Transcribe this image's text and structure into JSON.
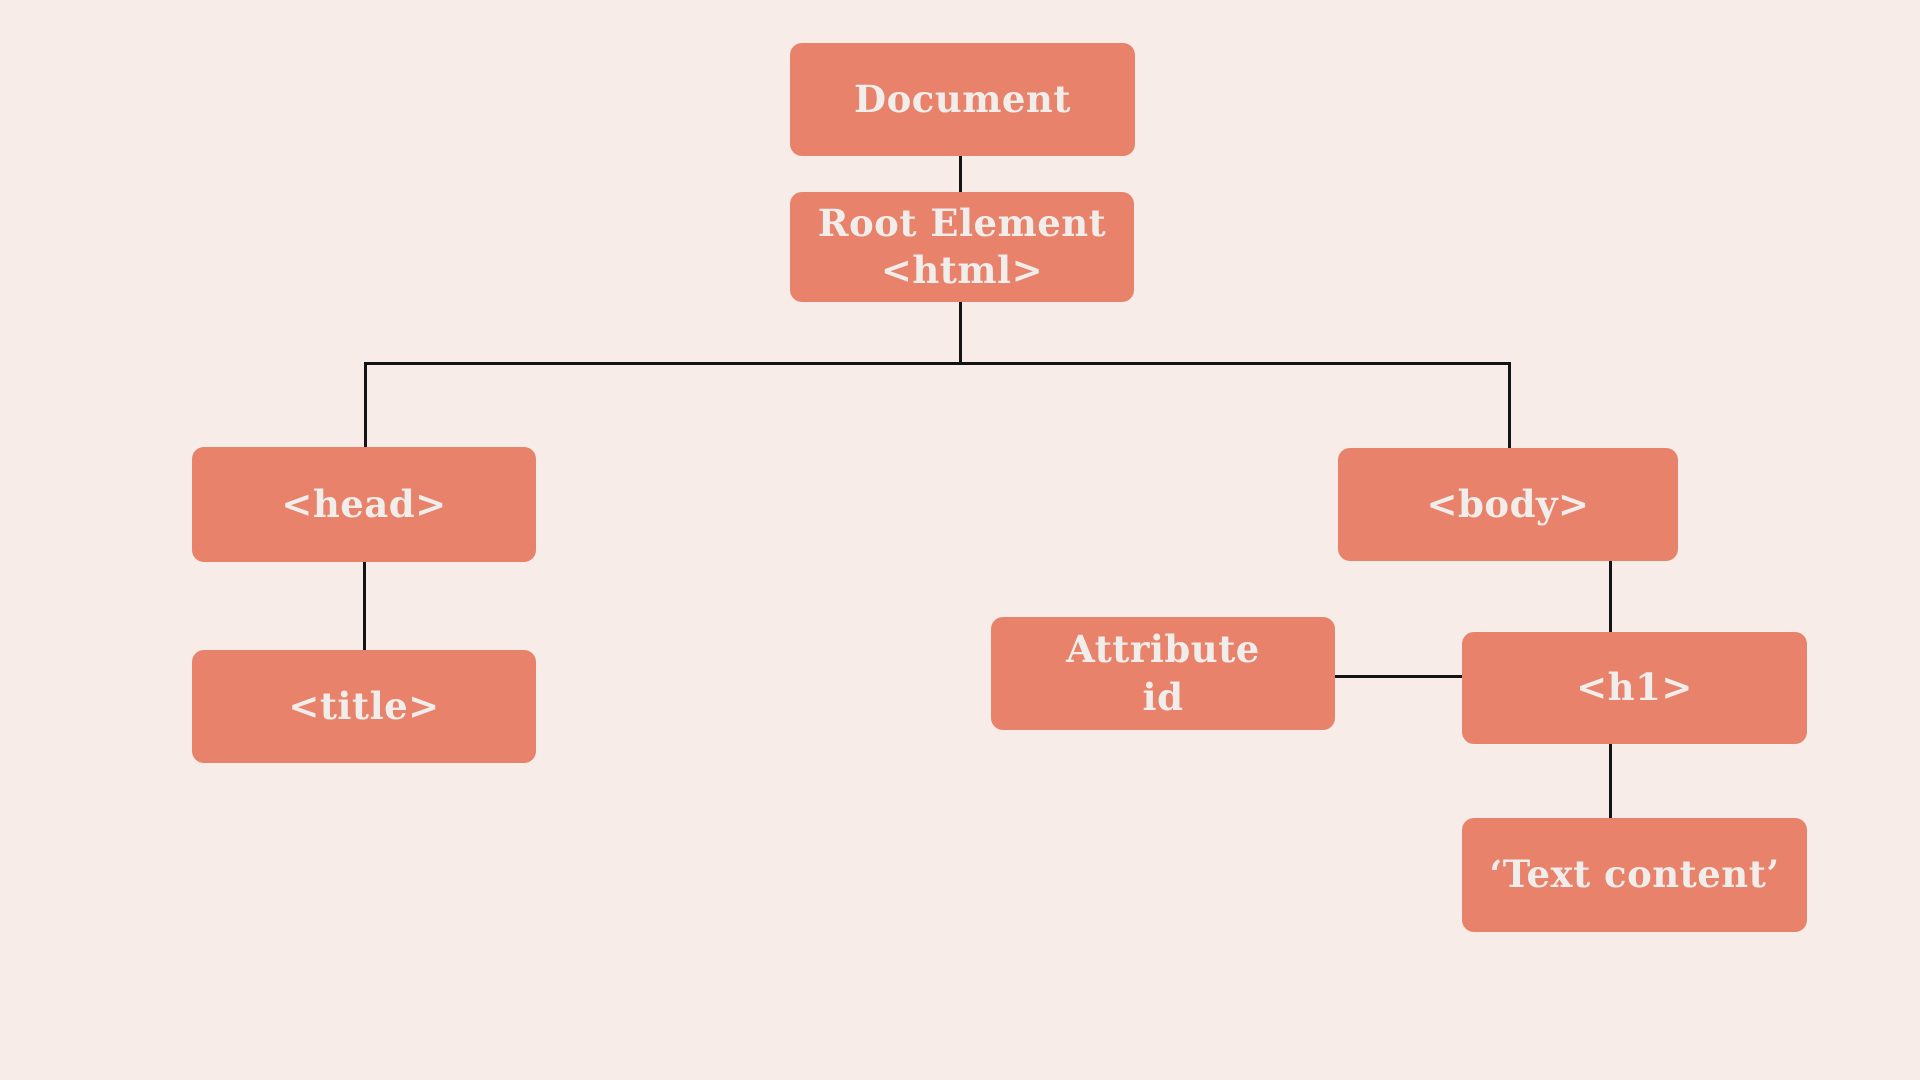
{
  "diagram": {
    "type": "tree",
    "description": "DOM tree structure of an HTML document",
    "colors": {
      "background": "#f8ece9",
      "node_fill": "#e8826a",
      "node_text": "#f0edeb",
      "connector": "#141414"
    },
    "nodes": {
      "document": {
        "label": "Document"
      },
      "root_element": {
        "line1": "Root Element",
        "line2": "<html>"
      },
      "head": {
        "label": "<head>"
      },
      "title": {
        "label": "<title>"
      },
      "body": {
        "label": "<body>"
      },
      "attribute": {
        "line1": "Attribute",
        "line2": "id"
      },
      "h1": {
        "label": "<h1>"
      },
      "text_content": {
        "label": "‘Text content’"
      }
    },
    "edges": [
      {
        "from": "document",
        "to": "root_element"
      },
      {
        "from": "root_element",
        "to": "head"
      },
      {
        "from": "root_element",
        "to": "body"
      },
      {
        "from": "head",
        "to": "title"
      },
      {
        "from": "body",
        "to": "h1"
      },
      {
        "from": "attribute",
        "to": "h1"
      },
      {
        "from": "h1",
        "to": "text_content"
      }
    ]
  }
}
